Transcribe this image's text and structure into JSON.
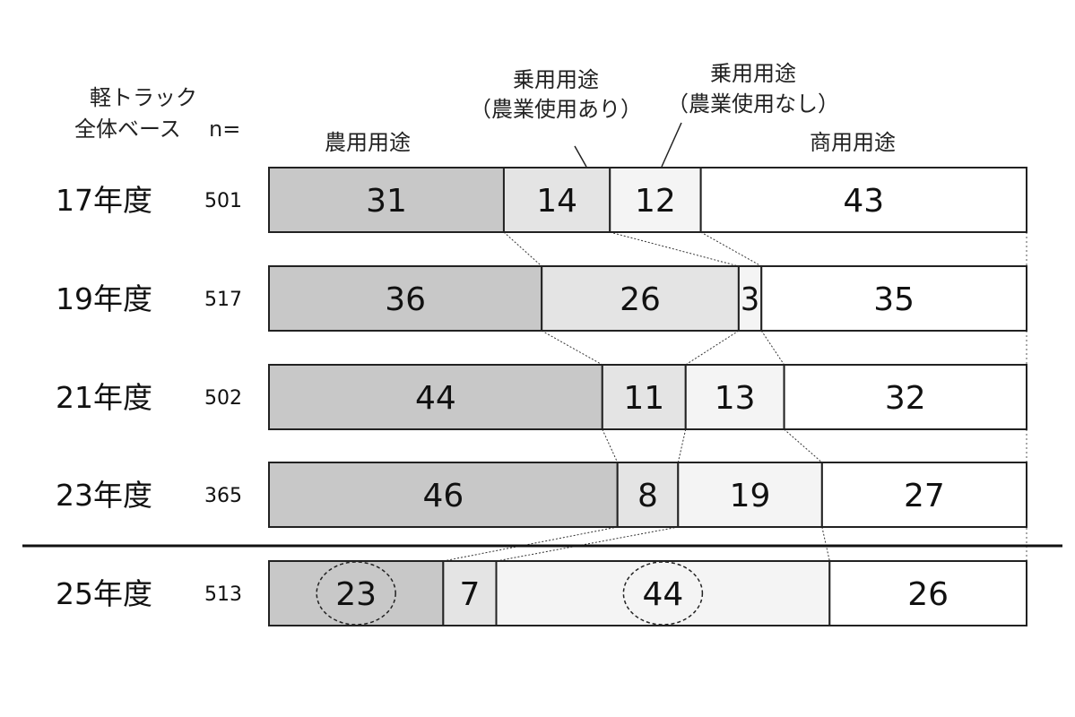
{
  "header": {
    "base_line1": "軽トラック",
    "base_line2": "全体ベース",
    "n_label": "n=",
    "cat_agri": "農用用途",
    "cat_passenger_farm_line1": "乗用用途",
    "cat_passenger_farm_line2": "（農業使用あり）",
    "cat_passenger_nofarm_line1": "乗用用途",
    "cat_passenger_nofarm_line2": "（農業使用なし）",
    "cat_commercial": "商用用途"
  },
  "chart_data": {
    "type": "bar",
    "stacked": true,
    "orientation": "horizontal",
    "percent": true,
    "categories": [
      "17年度",
      "19年度",
      "21年度",
      "23年度",
      "25年度"
    ],
    "n": [
      "501",
      "517",
      "502",
      "365",
      "513"
    ],
    "series": [
      {
        "name": "農用用途",
        "values": [
          31,
          36,
          44,
          46,
          23
        ],
        "color": "#c8c8c8"
      },
      {
        "name": "乗用用途（農業使用あり）",
        "values": [
          14,
          26,
          11,
          8,
          7
        ],
        "color": "#e4e4e4"
      },
      {
        "name": "乗用用途（農業使用なし）",
        "values": [
          12,
          3,
          13,
          19,
          44
        ],
        "color": "#f4f4f4"
      },
      {
        "name": "商用用途",
        "values": [
          43,
          35,
          32,
          27,
          26
        ],
        "color": "#ffffff"
      }
    ],
    "highlighted": [
      {
        "category": "25年度",
        "series": "農用用途"
      },
      {
        "category": "25年度",
        "series": "乗用用途（農業使用なし）"
      }
    ],
    "separator_before": "25年度"
  }
}
